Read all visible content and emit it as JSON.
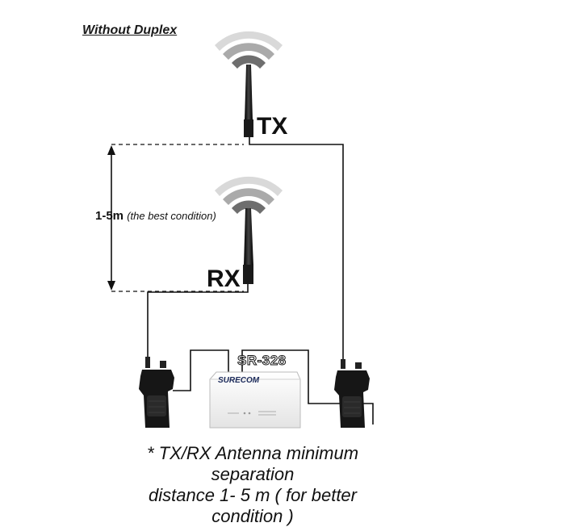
{
  "title": "Without Duplex",
  "antennas": {
    "tx_label": "TX",
    "rx_label": "RX"
  },
  "distance": {
    "value": "1-5m",
    "note": "(the best condition)"
  },
  "controller": {
    "model": "SR-328",
    "brand": "SURECOM"
  },
  "footnote": {
    "line1": "* TX/RX Antenna minimum separation",
    "line2": "distance 1- 5 m ( for better condition )"
  },
  "colors": {
    "ink": "#111111",
    "antenna_dark": "#1e1e1e",
    "signal_light": "#bfbfbf",
    "signal_dark": "#555555",
    "controller_body": "#f4f4f4",
    "background": "#ffffff"
  },
  "icons": [
    "wifi-signal-icon",
    "antenna-icon",
    "handheld-radio-icon",
    "repeater-controller-icon"
  ]
}
